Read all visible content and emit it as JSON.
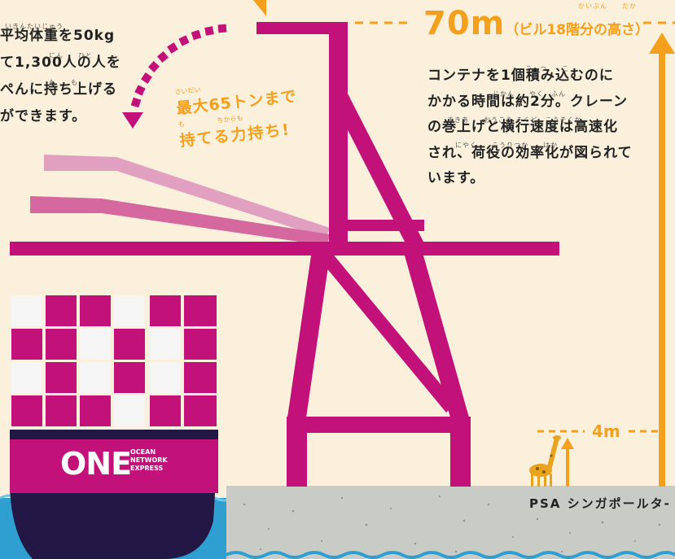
{
  "left_text": {
    "ruby": "いきんたいじゅう",
    "lines": [
      "平均体重を50kg",
      "て1,300人の人を",
      "ぺんに持ち上げる",
      "ができます。"
    ],
    "ruby2": "にん　　ひと",
    "ruby3": "も　　も"
  },
  "callout": {
    "ruby1": "さいだい",
    "line1": "最大65トンまで",
    "ruby2": "も　　　　　ちからも",
    "line2": "持てる力持ち!"
  },
  "height_label": {
    "value": "70m",
    "note": "（ビル18階分の高さ）",
    "ruby": "かいぶん　　たか"
  },
  "right_text": {
    "lines": [
      "コンテナを1個積み込むのに",
      "かかる時間は約2分。クレーン",
      "の巻上げと横行速度は高速化",
      "され、荷役の効率化が図られて",
      "います。"
    ],
    "rubies": [
      "こ　つ　　こ",
      "じかん　　やく　ふん",
      "まきあ　　おうこう そくど　こうそくか",
      "にやく　　こうりつか　　はか"
    ]
  },
  "giraffe_label": "4m",
  "terminal_label": "PSA シンガポールタ-",
  "ship_logo": {
    "brand": "ONE",
    "line1": "OCEAN",
    "line2": "NETWORK",
    "line3": "EXPRESS"
  },
  "colors": {
    "magenta": "#c2127a",
    "pink1": "#e2a0c0",
    "pink2": "#d4689f",
    "orange": "#f5a01d",
    "bg": "#fbf0dc",
    "navy": "#231845",
    "sea": "#2e9fd0",
    "ground": "#c8cbc6"
  }
}
